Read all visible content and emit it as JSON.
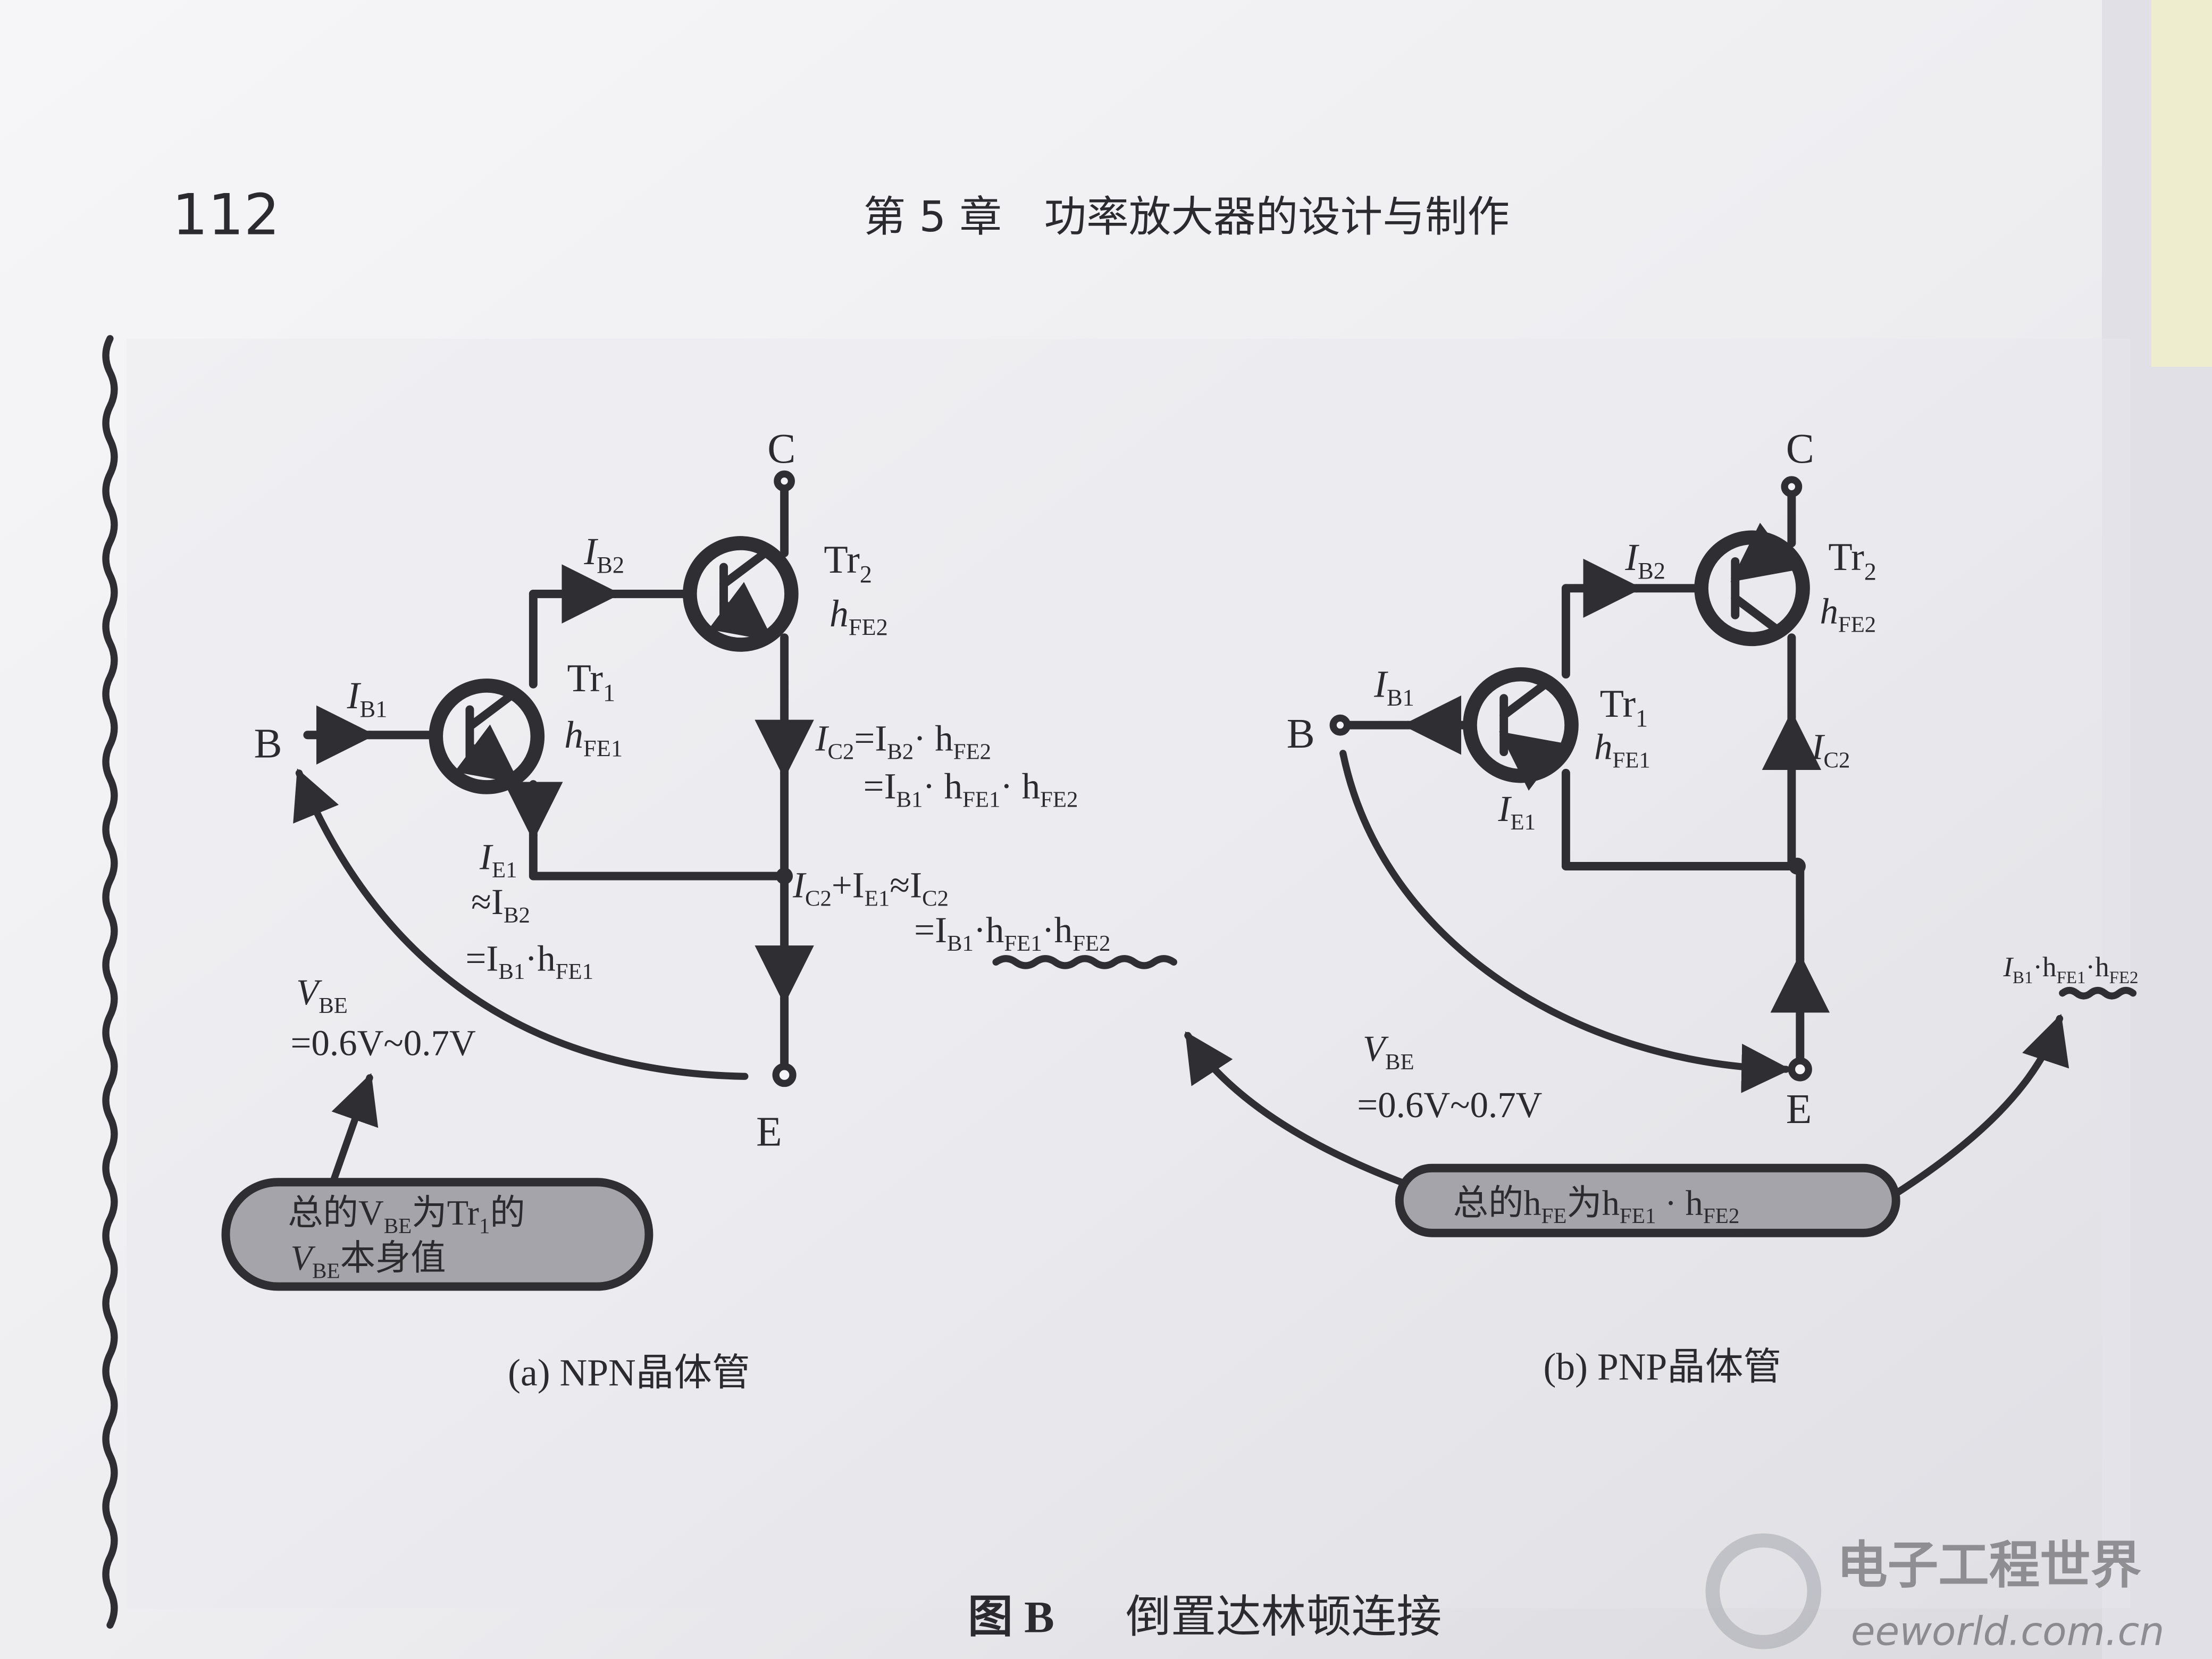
{
  "header": {
    "page_number": "112",
    "chapter_title": "第 5 章　功率放大器的设计与制作"
  },
  "figure": {
    "caption_label": "图 B",
    "caption_text": "倒置达林顿连接"
  },
  "npn": {
    "terminal_c": "C",
    "terminal_b": "B",
    "terminal_e": "E",
    "tr1_label": "Tr",
    "tr1_sub": "1",
    "tr1_hfe": "h",
    "tr1_hfe_sub": "FE1",
    "tr2_label": "Tr",
    "tr2_sub": "2",
    "tr2_hfe": "h",
    "tr2_hfe_sub": "FE2",
    "ib1": "I",
    "ib1_sub": "B1",
    "ib2": "I",
    "ib2_sub": "B2",
    "ie1_line1": "I",
    "ie1_line1_sub": "E1",
    "ie1_line2": "≈I",
    "ie1_line2_sub": "B2",
    "ie1_line3": "=I",
    "ie1_line3_sub": "B1",
    "ie1_line3_mid": "·h",
    "ie1_line3_sub2": "FE1",
    "ic2_line1": "I",
    "ic2_line1_sub": "C2",
    "ic2_line1_eq": "=I",
    "ic2_line1_sub2": "B2",
    "ic2_line1_mid": "· h",
    "ic2_line1_sub3": "FE2",
    "ic2_line2": "=I",
    "ic2_line2_sub": "B1",
    "ic2_line2_mid": "· h",
    "ic2_line2_sub2": "FE1",
    "ic2_line2_mid2": "· h",
    "ic2_line2_sub3": "FE2",
    "ie_line1": "I",
    "ie_line1_sub": "C2",
    "ie_line1_mid": "+I",
    "ie_line1_sub2": "E1",
    "ie_line1_approx": "≈I",
    "ie_line1_sub3": "C2",
    "ie_line2": "=I",
    "ie_line2_sub": "B1",
    "ie_line2_mid": "·h",
    "ie_line2_sub2": "FE1",
    "ie_line2_mid2": "·h",
    "ie_line2_sub3": "FE2",
    "vbe": "V",
    "vbe_sub": "BE",
    "vbe_value": "=0.6V~0.7V",
    "note_line1_a": "总的V",
    "note_line1_sub": "BE",
    "note_line1_b": "为Tr",
    "note_line1_sub2": "1",
    "note_line1_c": "的",
    "note_line2_a": "V",
    "note_line2_sub": "BE",
    "note_line2_b": "本身值",
    "caption": "(a) NPN晶体管"
  },
  "pnp": {
    "terminal_c": "C",
    "terminal_b": "B",
    "terminal_e": "E",
    "tr1_label": "Tr",
    "tr1_sub": "1",
    "tr1_hfe": "h",
    "tr1_hfe_sub": "FE1",
    "tr2_label": "Tr",
    "tr2_sub": "2",
    "tr2_hfe": "h",
    "tr2_hfe_sub": "FE2",
    "ib1": "I",
    "ib1_sub": "B1",
    "ib2": "I",
    "ib2_sub": "B2",
    "ie1": "I",
    "ie1_sub": "E1",
    "ic2": "I",
    "ic2_sub": "C2",
    "gain": "I",
    "gain_sub": "B1",
    "gain_mid": "·h",
    "gain_sub2": "FE1",
    "gain_mid2": "·h",
    "gain_sub3": "FE2",
    "vbe": "V",
    "vbe_sub": "BE",
    "vbe_value": "=0.6V~0.7V",
    "note_a": "总的h",
    "note_sub": "FE",
    "note_b": "为h",
    "note_sub2": "FE1",
    "note_c": " · h",
    "note_sub3": "FE2",
    "caption": "(b) PNP晶体管"
  },
  "watermark": {
    "brand": "电子工程世界",
    "site": "eeworld.com.cn"
  },
  "colors": {
    "paper": "#efeff2",
    "ink": "#2b2b2f",
    "pill": "#a4a4aa"
  }
}
